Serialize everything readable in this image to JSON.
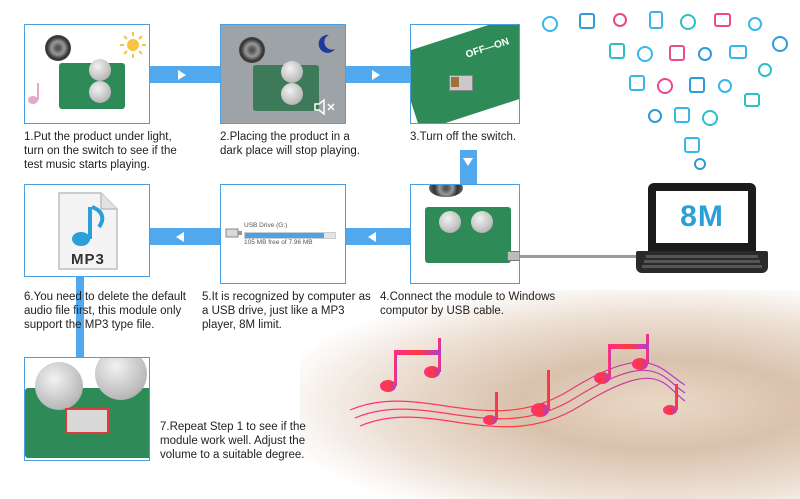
{
  "steps": [
    {
      "number": 1,
      "caption": "1.Put the product under light, turn on the switch to see if the test music starts playing."
    },
    {
      "number": 2,
      "caption": "2.Placing the product in a dark place will stop playing."
    },
    {
      "number": 3,
      "caption": "3.Turn off the switch."
    },
    {
      "number": 4,
      "caption": "4.Connect the module to Windows computor by USB cable."
    },
    {
      "number": 5,
      "caption": "5.It is recognized by computer as a USB drive, just like a MP3 player, 8M limit."
    },
    {
      "number": 6,
      "caption": "6.You need to delete the default audio file first, this module only support the MP3 type file."
    },
    {
      "number": 7,
      "caption": "7.Repeat Step 1 to see if the module work well. Adjust the volume to a suitable degree."
    }
  ],
  "laptop": {
    "screen_text": "8M"
  },
  "usb_window": {
    "drive_name": "USB Drive (G:)",
    "free_space": "105 MB free of 7.96 MB",
    "used_fraction": 0.88
  },
  "mp3_file": {
    "label": "MP3"
  },
  "switch_labels": {
    "off": "OFF",
    "on": "ON"
  },
  "icons": [
    "sun-icon",
    "moon-icon",
    "mute-icon",
    "music-note-icon",
    "mp3-file-icon",
    "laptop-icon",
    "usb-drive-icon",
    "app-icons-cloud"
  ],
  "colors": {
    "accent": "#52a8ec",
    "panel_border": "#4a9fe0",
    "board": "#2e8b57",
    "laptop_text": "#2a9fd8"
  }
}
